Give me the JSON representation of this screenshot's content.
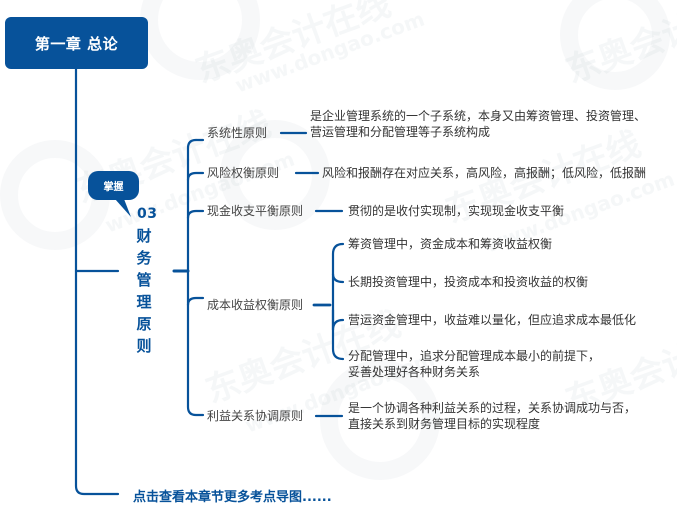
{
  "colors": {
    "primary": "#07529a",
    "text": "#333333",
    "background": "#ffffff"
  },
  "root": {
    "title": "第一章 总论"
  },
  "badge": {
    "label": "掌握"
  },
  "topic": {
    "number": "03",
    "chars": [
      "财",
      "务",
      "管",
      "理",
      "原",
      "则"
    ],
    "title": "03财务管理原则"
  },
  "branches": [
    {
      "label": "系统性原则",
      "details": [
        "是企业管理系统的一个子系统，本身又由筹资管理、投资管理、",
        "营运管理和分配管理等子系统构成"
      ]
    },
    {
      "label": "风险权衡原则",
      "details": [
        "风险和报酬存在对应关系，高风险，高报酬；低风险，低报酬"
      ]
    },
    {
      "label": "现金收支平衡原则",
      "details": [
        "贯彻的是收付实现制，实现现金收支平衡"
      ]
    },
    {
      "label": "成本收益权衡原则",
      "children": [
        {
          "lines": [
            "筹资管理中，资金成本和筹资收益权衡"
          ]
        },
        {
          "lines": [
            "长期投资管理中，投资成本和投资收益的权衡"
          ]
        },
        {
          "lines": [
            "营运资金管理中，收益难以量化，但应追求成本最低化"
          ]
        },
        {
          "lines": [
            "分配管理中，追求分配管理成本最小的前提下，",
            "妥善处理好各种财务关系"
          ]
        }
      ]
    },
    {
      "label": "利益关系协调原则",
      "details": [
        "是一个协调各种利益关系的过程，关系协调成功与否，",
        "直接关系到财务管理目标的实现程度"
      ]
    }
  ],
  "footer_link": {
    "label": "点击查看本章节更多考点导图......"
  },
  "watermark": {
    "brand": "东奥会计在线",
    "url": "www.dongao.com"
  }
}
